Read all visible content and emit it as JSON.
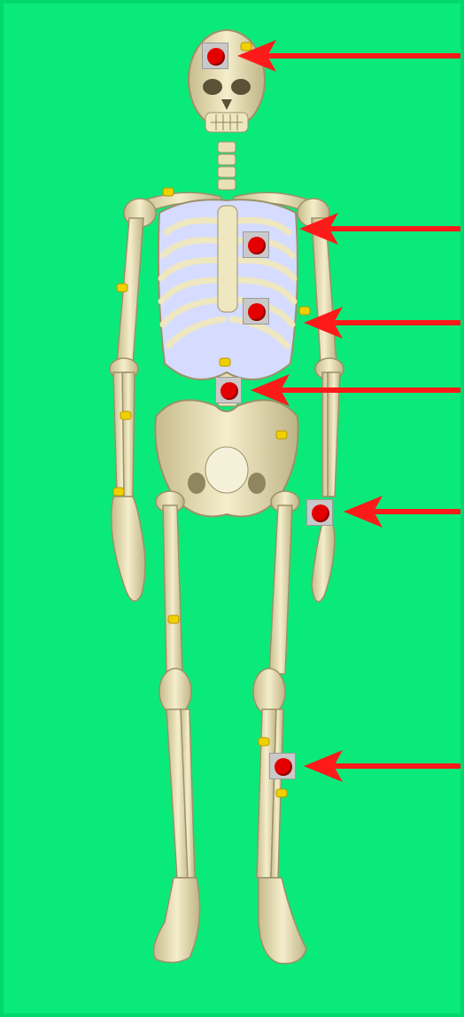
{
  "scene": {
    "background_color": "#0aea7a",
    "subject": "skeleton",
    "bone_color": "#efe7bf",
    "bone_shadow": "#b8ad82",
    "ribcage_shade": "#cfd6ff",
    "joint_tag_color": "#f0d000"
  },
  "markers": [
    {
      "name": "marker-skull",
      "color": "#e40000"
    },
    {
      "name": "marker-chest",
      "color": "#e40000"
    },
    {
      "name": "marker-lower-ribs",
      "color": "#e40000"
    },
    {
      "name": "marker-lumbar",
      "color": "#e40000"
    },
    {
      "name": "marker-wrist",
      "color": "#e40000"
    },
    {
      "name": "marker-shin",
      "color": "#e40000"
    }
  ],
  "arrows": {
    "color": "#ff1a1a",
    "count": 6
  }
}
